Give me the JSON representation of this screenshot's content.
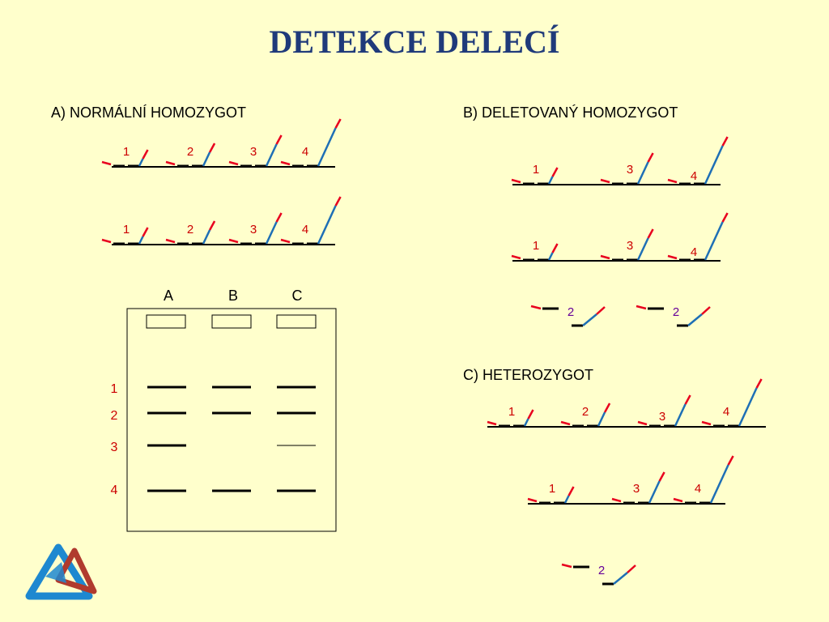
{
  "title": "DETEKCE DELECÍ",
  "colors": {
    "title": "#1F3A7A",
    "primer_red": "#E8001E",
    "primer_blue": "#1E6FB5",
    "label_red": "#CC0000",
    "label_purple": "#660099",
    "logo_blue": "#1E88D0",
    "logo_red": "#B03A2E"
  },
  "sections": {
    "a": {
      "label": "A) NORMÁLNÍ HOMOZYGOT"
    },
    "b": {
      "label": "B) DELETOVANÝ HOMOZYGOT"
    },
    "c": {
      "label": "C) HETEROZYGOT"
    }
  },
  "segment_labels": {
    "s1": "1",
    "s2": "2",
    "s3": "3",
    "s4": "4"
  },
  "gel": {
    "lanes": [
      "A",
      "B",
      "C"
    ],
    "band_labels": [
      "1",
      "2",
      "3",
      "4"
    ]
  },
  "icons": {
    "logo": "triangle-logo-icon"
  }
}
